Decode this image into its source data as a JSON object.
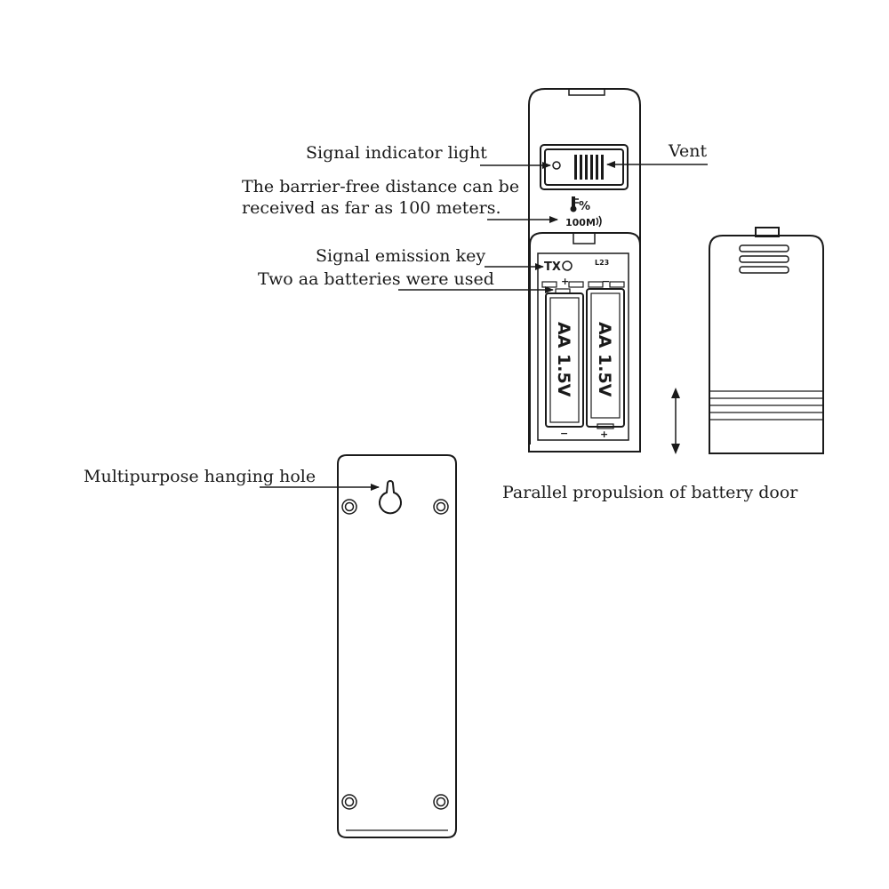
{
  "labels": {
    "signal_indicator": "Signal indicator light",
    "vent": "Vent",
    "distance_line1": "The barrier-free distance can be",
    "distance_line2": "received as far as 100 meters.",
    "emission_key": "Signal emission key",
    "batteries_used": "Two aa batteries were used",
    "hanging_hole": "Multipurpose hanging hole",
    "door_propulsion": "Parallel propulsion of battery door"
  },
  "device": {
    "temp_humidity_icon": "thermometer-percent-icon",
    "range_text": "100M",
    "tx_text": "TX",
    "model_text": "L23",
    "polarity_plus": "+",
    "polarity_minus": "−"
  },
  "batteries": [
    {
      "text": "AA  1.5V"
    },
    {
      "text": "AA  1.5V"
    }
  ]
}
